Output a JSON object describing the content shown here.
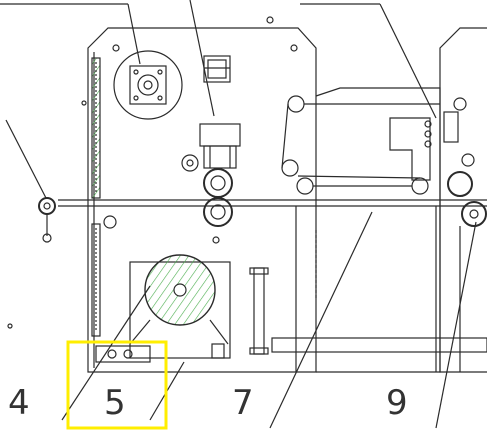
{
  "labels": {
    "l4": "4",
    "l5": "5",
    "l7": "7",
    "l9": "9"
  },
  "colors": {
    "line": "#2b2b2b",
    "roll_hatch": "#4caf50",
    "highlight": "#ffee00"
  }
}
